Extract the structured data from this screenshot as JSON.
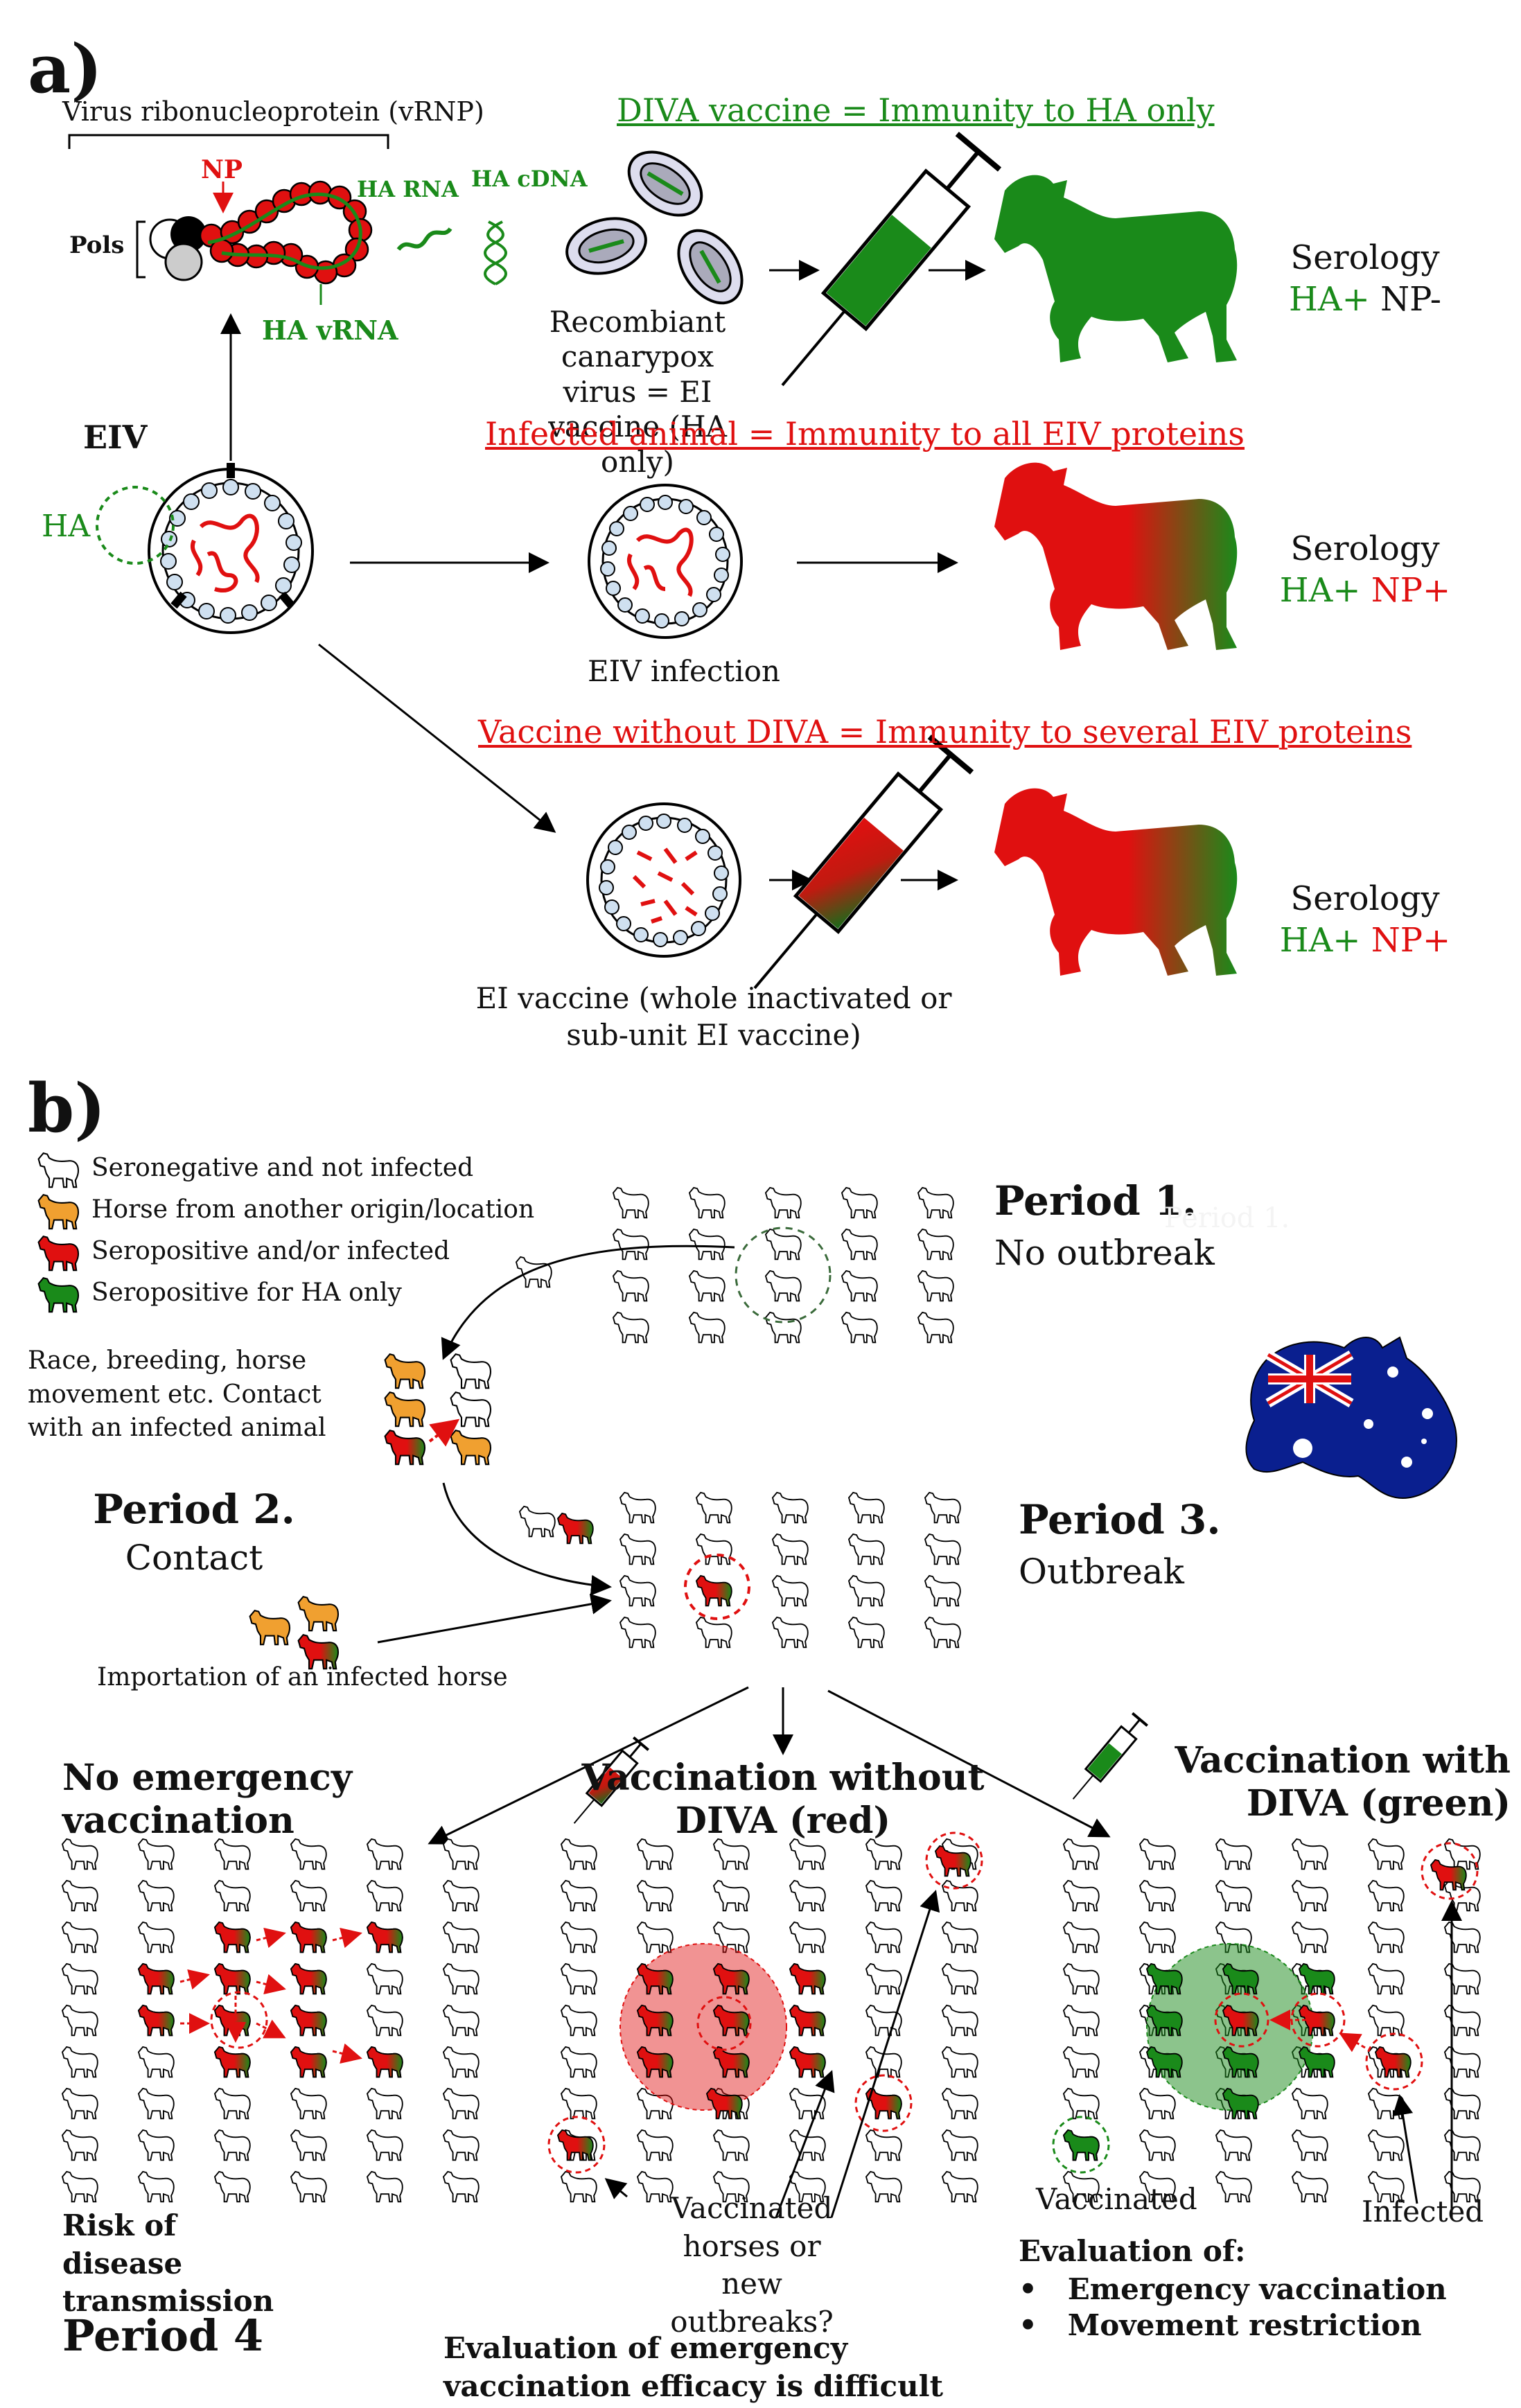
{
  "panel_a": {
    "label": "a)",
    "vrnp_label": "Virus ribonucleoprotein (vRNP)",
    "np_label": "NP",
    "pols_label": "Pols",
    "ha_rna_label": "HA RNA",
    "ha_cdna_label": "HA cDNA",
    "ha_vrna_label": "HA vRNA",
    "eiv_label": "EIV",
    "ha_label": "HA",
    "diva_title": "DIVA vaccine = Immunity to HA only",
    "recombinant_caption": "Recombiant canarypox virus = EI vaccine (HA only)",
    "infected_title": "Infected animal = Immunity to all EIV proteins",
    "eiv_infection_caption": "EIV infection",
    "nodiva_title": "Vaccine without DIVA = Immunity to several EIV proteins",
    "ei_vaccine_caption": "EI vaccine (whole inactivated or sub-unit EI vaccine)",
    "serology_label": "Serology",
    "serology_rows": [
      {
        "ha": "HA+",
        "np": "NP-"
      },
      {
        "ha": "HA+",
        "np": "NP+"
      },
      {
        "ha": "HA+",
        "np": "NP+"
      }
    ]
  },
  "panel_b": {
    "label": "b)",
    "legend": [
      {
        "text": "Seronegative and not infected",
        "color": "#ffffff"
      },
      {
        "text": "Horse from another origin/location",
        "color": "#f0a030"
      },
      {
        "text": "Seropositive and/or infected",
        "color": "#e01010"
      },
      {
        "text": "Seropositive for HA only",
        "color": "#1a8a1a"
      }
    ],
    "period1_title": "Period 1.",
    "period1_sub": "No outbreak",
    "period1_ghost": "Period 1.",
    "contact_text": "Race, breeding, horse movement etc. Contact with an infected animal",
    "period2_title": "Period 2.",
    "period2_sub": "Contact",
    "importation_text": "Importation of an infected horse",
    "period3_title": "Period 3.",
    "period3_sub": "Outbreak",
    "no_emergency_title": "No emergency vaccination",
    "without_diva_title": "Vaccination without DIVA (red)",
    "with_diva_title": "Vaccination with DIVA (green)",
    "risk_text": "Risk of disease transmission",
    "vaccinated_new_text": "Vaccinated horses or new outbreaks?",
    "evaluation_difficult_text": "Evaluation of emergency vaccination efficacy is difficult",
    "vaccinated_label": "Vaccinated",
    "infected_label": "Infected",
    "evaluation_of": "Evaluation of:",
    "evaluation_items": [
      "Emergency vaccination",
      "Movement restriction"
    ],
    "period4_title": "Period 4"
  },
  "colors": {
    "green": "#1a8a1a",
    "red": "#e01010",
    "orange": "#f0a030",
    "white_horse": "#ffffff",
    "australia_blue": "#0a1f8f"
  }
}
